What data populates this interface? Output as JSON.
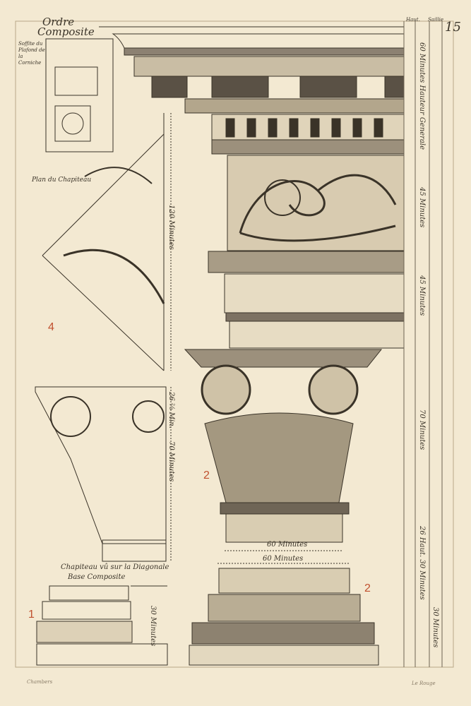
{
  "plate": {
    "title_line1": "Ordre",
    "title_line2": "Composite",
    "plate_number": "15",
    "soffit_caption": "Soffite du Plafond de la Corniche",
    "plan_caption": "Plan du Chapiteau",
    "diagonal_caption": "Chapiteau vû sur la Diagonale",
    "base_caption": "Base Composite",
    "col_header_height": "Haut.",
    "col_header_projection": "Saillie",
    "column_width_upper": "60 Minutes",
    "column_width_lower": "60 Minutes",
    "dim_plan": "120 Minutes",
    "dim_diag_1": "26 ⅔ Min.",
    "dim_diag_2": "70 Minutes",
    "dim_entablature": "60 Minutes Hauteur Generale",
    "dim_frieze": "45 Minutes",
    "dim_architrave": "45 Minutes",
    "dim_capital": "70 Minutes",
    "dim_base": "26 Haut. 30 Minutes",
    "dim_base_right": "30 Minutes",
    "dim_base_small": "30 Minutes",
    "red_mark_plan": "4",
    "red_mark_capital": "2",
    "red_mark_base": "2",
    "red_mark_small_base": "1",
    "signature_left": "Chambers",
    "signature_right": "Le Rouge"
  },
  "colors": {
    "paper": "#f3e9d2",
    "ink": "#3a3328",
    "red_annotation": "#c0502e"
  }
}
